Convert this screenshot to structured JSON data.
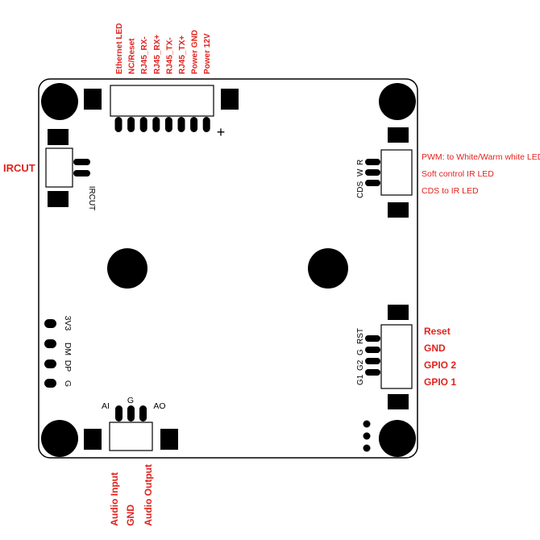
{
  "top_connector": {
    "labels": [
      "Ethernet LED",
      "NC/Reset",
      "RJ45_RX-",
      "RJ45_RX+",
      "RJ45_TX-",
      "RJ45_TX+",
      "Power GND",
      "Power 12V"
    ],
    "plus_mark": "+"
  },
  "ircut": {
    "side_label": "IRCUT",
    "silk_label": "IRCUT"
  },
  "ir_led": {
    "silk_labels": [
      "CDS",
      "W",
      "R"
    ],
    "descriptions": [
      "PWM: to White/Warm white LED",
      "Soft control IR LED",
      "CDS to IR LED"
    ]
  },
  "usb_pads": {
    "silk_labels": [
      "3V3",
      "DM",
      "DP",
      "G"
    ]
  },
  "gpio": {
    "silk_labels": [
      "G1",
      "G2",
      "G",
      "RST"
    ],
    "descriptions": [
      "Reset",
      "GND",
      "GPIO 2",
      "GPIO 1"
    ]
  },
  "audio": {
    "silk_labels": [
      "AI",
      "G",
      "AO"
    ],
    "descriptions": [
      "Audio Input",
      "GND",
      "Audio Output"
    ]
  },
  "colors": {
    "label_red": "#e0231e",
    "ink": "#000000"
  }
}
